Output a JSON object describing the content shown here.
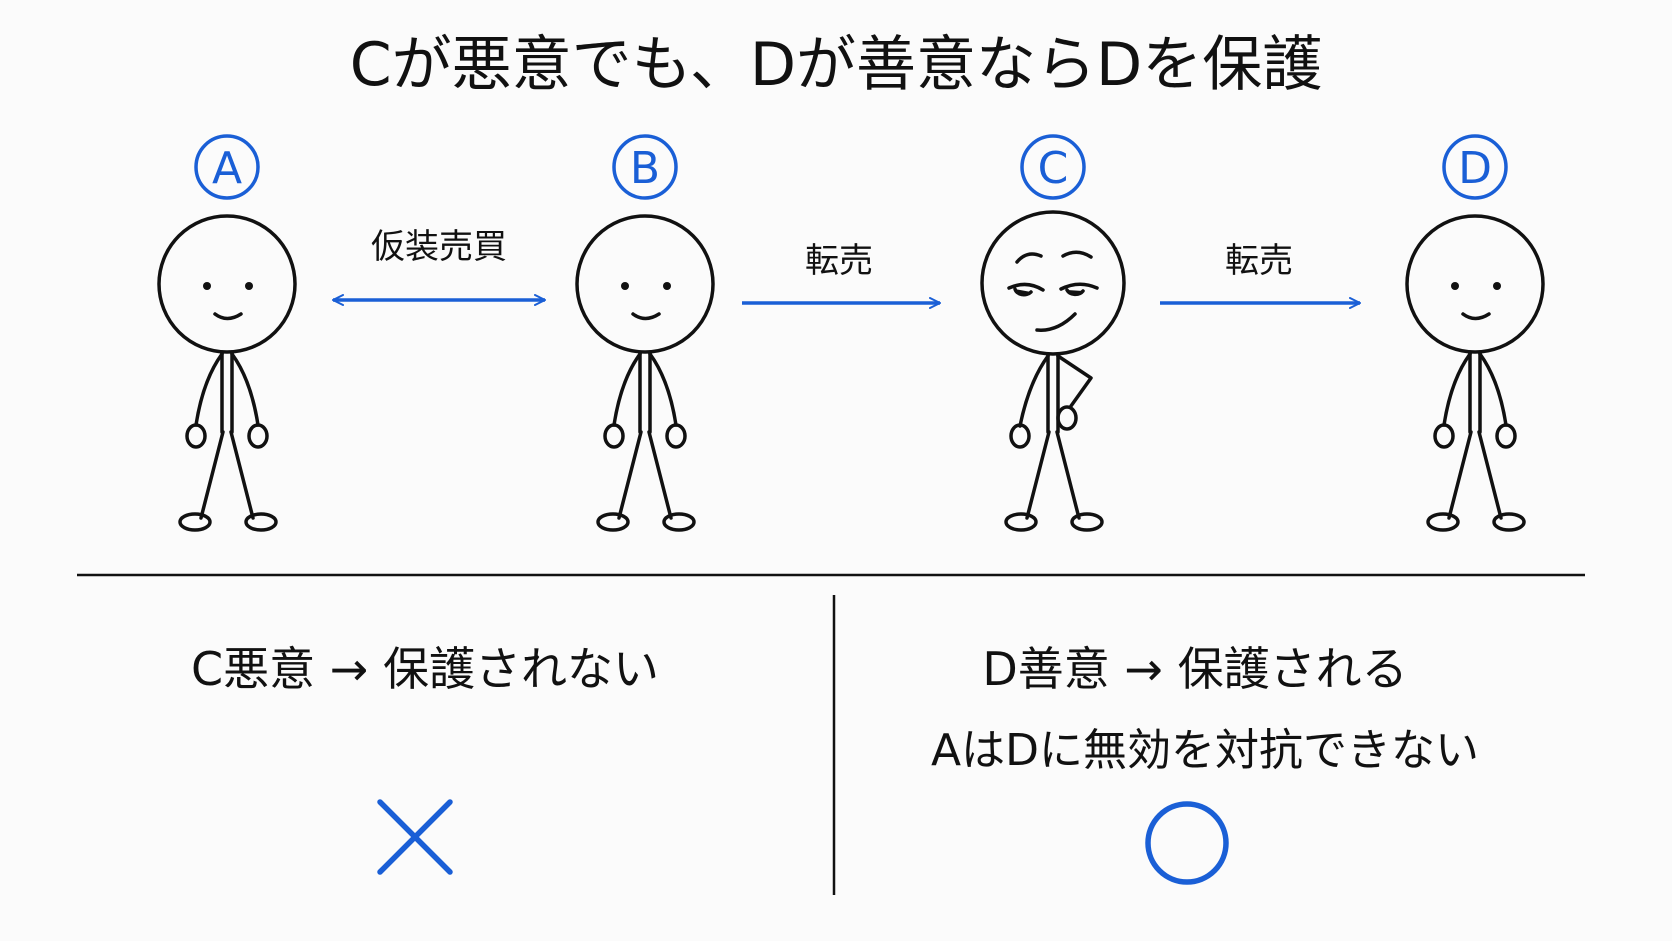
{
  "title": "Cが悪意でも、Dが善意ならDを保護",
  "persons": [
    {
      "label": "A",
      "face": "smile"
    },
    {
      "label": "B",
      "face": "smile"
    },
    {
      "label": "C",
      "face": "sly"
    },
    {
      "label": "D",
      "face": "smile"
    }
  ],
  "relations": [
    {
      "label": "仮装売買",
      "from": "A",
      "to": "B",
      "direction": "both"
    },
    {
      "label": "転売",
      "from": "B",
      "to": "C",
      "direction": "forward"
    },
    {
      "label": "転売",
      "from": "C",
      "to": "D",
      "direction": "forward"
    }
  ],
  "results": {
    "left": {
      "text": "C悪意 → 保護されない",
      "mark": "×"
    },
    "right": {
      "lines": [
        "D善意 → 保護される",
        "AはDに無効を対抗できない"
      ],
      "mark": "○"
    }
  },
  "colors": {
    "accent": "#1a5fd6",
    "ink": "#111111",
    "background": "#fbfbfb"
  }
}
